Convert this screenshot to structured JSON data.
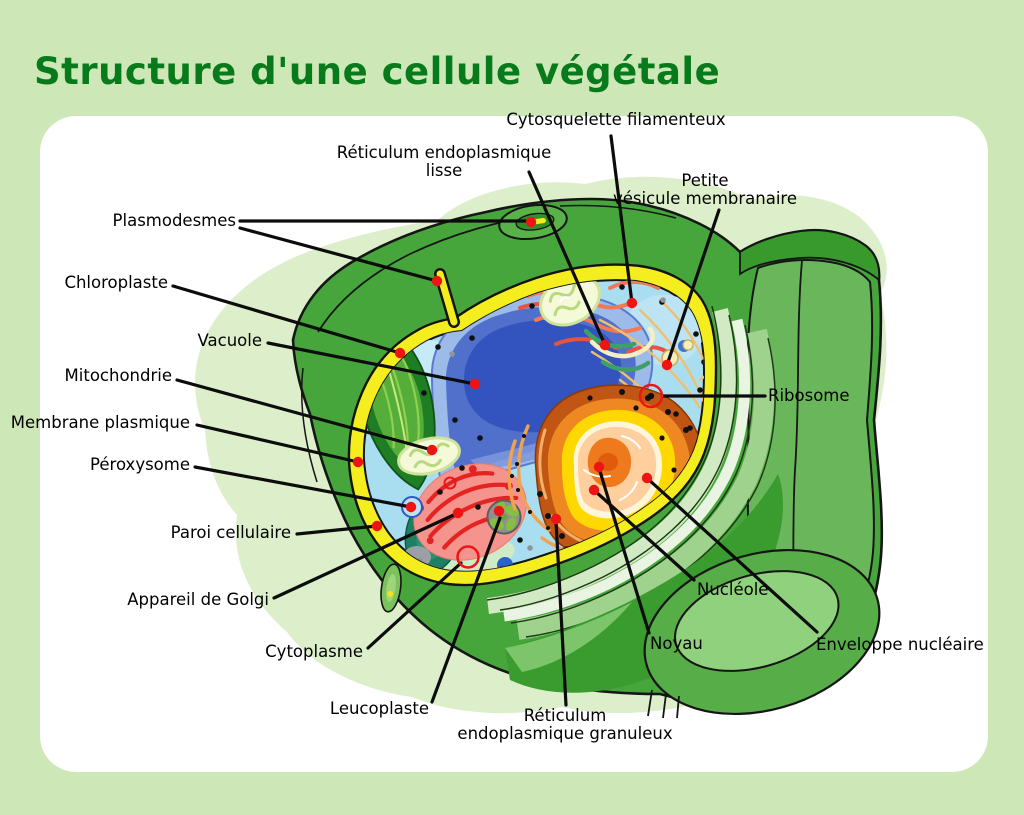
{
  "page": {
    "title": "Structure d'une cellule végétale",
    "title_color": "#077a1b",
    "background_color": "#cde8b6",
    "panel_color": "#ffffff",
    "marker_color": "#ee1414",
    "leader_line_color": "#0c0c0c",
    "cell_wall_color": "#46a63b",
    "membrane_color": "#f5ee1e",
    "cytoplasm_color": "#a9def0",
    "vacuole_color": "#3354be",
    "nucleus_color": "#c05514"
  },
  "diagram": {
    "subject": "plant-cell",
    "labels": [
      {
        "id": "cytosquelette",
        "text": "Cytosquelette filamenteux"
      },
      {
        "id": "reticulum-lisse",
        "text": "Réticulum endoplasmique\nlisse"
      },
      {
        "id": "petite-vesicule",
        "text": "Petite\nvésicule membranaire"
      },
      {
        "id": "plasmodesmes",
        "text": "Plasmodesmes"
      },
      {
        "id": "chloroplaste",
        "text": "Chloroplaste"
      },
      {
        "id": "vacuole",
        "text": "Vacuole"
      },
      {
        "id": "mitochondrie",
        "text": "Mitochondrie"
      },
      {
        "id": "membrane-plasmique",
        "text": "Membrane plasmique"
      },
      {
        "id": "peroxysome",
        "text": "Péroxysome"
      },
      {
        "id": "paroi-cellulaire",
        "text": "Paroi cellulaire"
      },
      {
        "id": "appareil-golgi",
        "text": "Appareil de Golgi"
      },
      {
        "id": "cytoplasme",
        "text": "Cytoplasme"
      },
      {
        "id": "leucoplaste",
        "text": "Leucoplaste"
      },
      {
        "id": "reticulum-granuleux",
        "text": "Réticulum\nendoplasmique granuleux"
      },
      {
        "id": "noyau",
        "text": "Noyau"
      },
      {
        "id": "nucleole",
        "text": "Nucléole"
      },
      {
        "id": "enveloppe-nucleaire",
        "text": "Enveloppe nucléaire"
      },
      {
        "id": "ribosome",
        "text": "Ribosome"
      }
    ]
  }
}
